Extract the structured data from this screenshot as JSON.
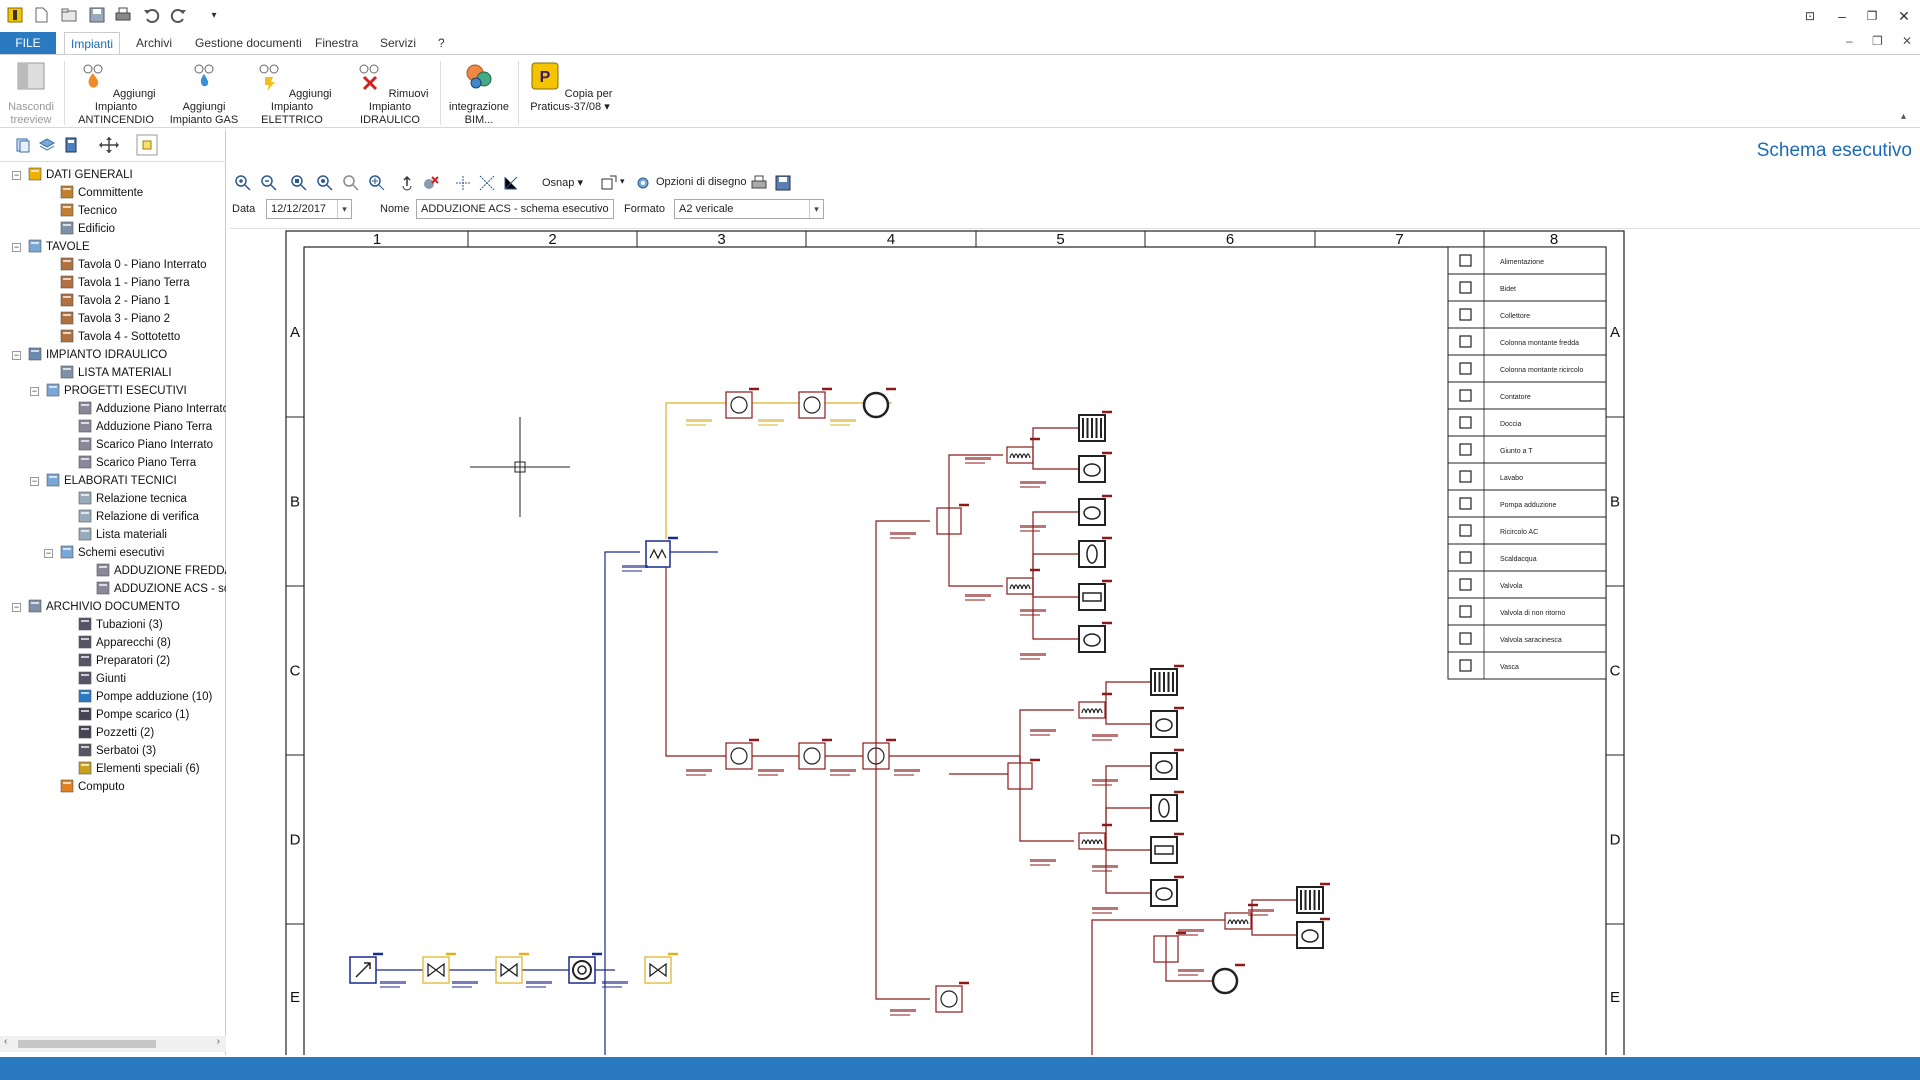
{
  "ribbon_tabs": {
    "file": "FILE",
    "impianti": "Impianti",
    "archivi": "Archivi",
    "gestione": "Gestione documenti",
    "finestra": "Finestra",
    "servizi": "Servizi",
    "help": "?"
  },
  "ribbon": {
    "hide_tree": "Nascondi treeview",
    "add_fire": "Aggiungi Impianto ANTINCENDIO",
    "add_gas": "Aggiungi Impianto GAS",
    "add_elec": "Aggiungi Impianto ELETTRICO",
    "remove_hydro": "Rimuovi Impianto IDRAULICO",
    "bim": "integrazione BIM...",
    "copy": "Copia per Praticus-37/08"
  },
  "tree": {
    "dati_generali": "DATI GENERALI",
    "committente": "Committente",
    "tecnico": "Tecnico",
    "edificio": "Edificio",
    "tavole": "TAVOLE",
    "tav0": "Tavola 0 - Piano Interrato",
    "tav1": "Tavola 1 - Piano Terra",
    "tav2": "Tavola 2 - Piano 1",
    "tav3": "Tavola 3 - Piano 2",
    "tav4": "Tavola 4 - Sottotetto",
    "impianto": "IMPIANTO IDRAULICO",
    "lista_materiali": "LISTA MATERIALI",
    "progetti": "PROGETTI ESECUTIVI",
    "p1": "Adduzione Piano Interrato",
    "p2": "Adduzione Piano Terra",
    "p3": "Scarico Piano Interrato",
    "p4": "Scarico Piano Terra",
    "elaborati": "ELABORATI TECNICI",
    "e1": "Relazione tecnica",
    "e2": "Relazione di verifica",
    "e3": "Lista materiali",
    "schemi": "Schemi esecutivi",
    "s1": "ADDUZIONE FREDDA - sc",
    "s2": "ADDUZIONE ACS - schem",
    "archivio": "ARCHIVIO DOCUMENTO",
    "a1": "Tubazioni (3)",
    "a2": "Apparecchi (8)",
    "a3": "Preparatori (2)",
    "a4": "Giunti",
    "a5": "Pompe adduzione (10)",
    "a6": "Pompe scarico (1)",
    "a7": "Pozzetti (2)",
    "a8": "Serbatoi (3)",
    "a9": "Elementi speciali (6)",
    "computo": "Computo"
  },
  "main": {
    "title": "Schema esecutivo",
    "osnap": "Osnap",
    "opzioni": "Opzioni di disegno",
    "data_label": "Data",
    "data_value": "12/12/2017",
    "nome_label": "Nome",
    "nome_value": "ADDUZIONE ACS - schema esecutivo",
    "formato_label": "Formato",
    "formato_value": "A2 vericale"
  },
  "drawing": {
    "columns": [
      "1",
      "2",
      "3",
      "4",
      "5",
      "6",
      "7",
      "8"
    ],
    "rows": [
      "A",
      "B",
      "C",
      "D",
      "E"
    ],
    "legend": [
      "Alimentazione",
      "Bidet",
      "Collettore",
      "Colonna montante fredda",
      "Colonna montante ricircolo",
      "Contatore",
      "Doccia",
      "Giunto a T",
      "Lavabo",
      "Pompa adduzione",
      "Ricircolo AC",
      "Scaldacqua",
      "Valvola",
      "Valvola di non ritorno",
      "Valvola saracinesca",
      "Vasca"
    ],
    "colors": {
      "hot": "#8b1a1a",
      "yellow": "#e0b020",
      "blue": "#1a2a8b",
      "frame": "#222222"
    }
  }
}
